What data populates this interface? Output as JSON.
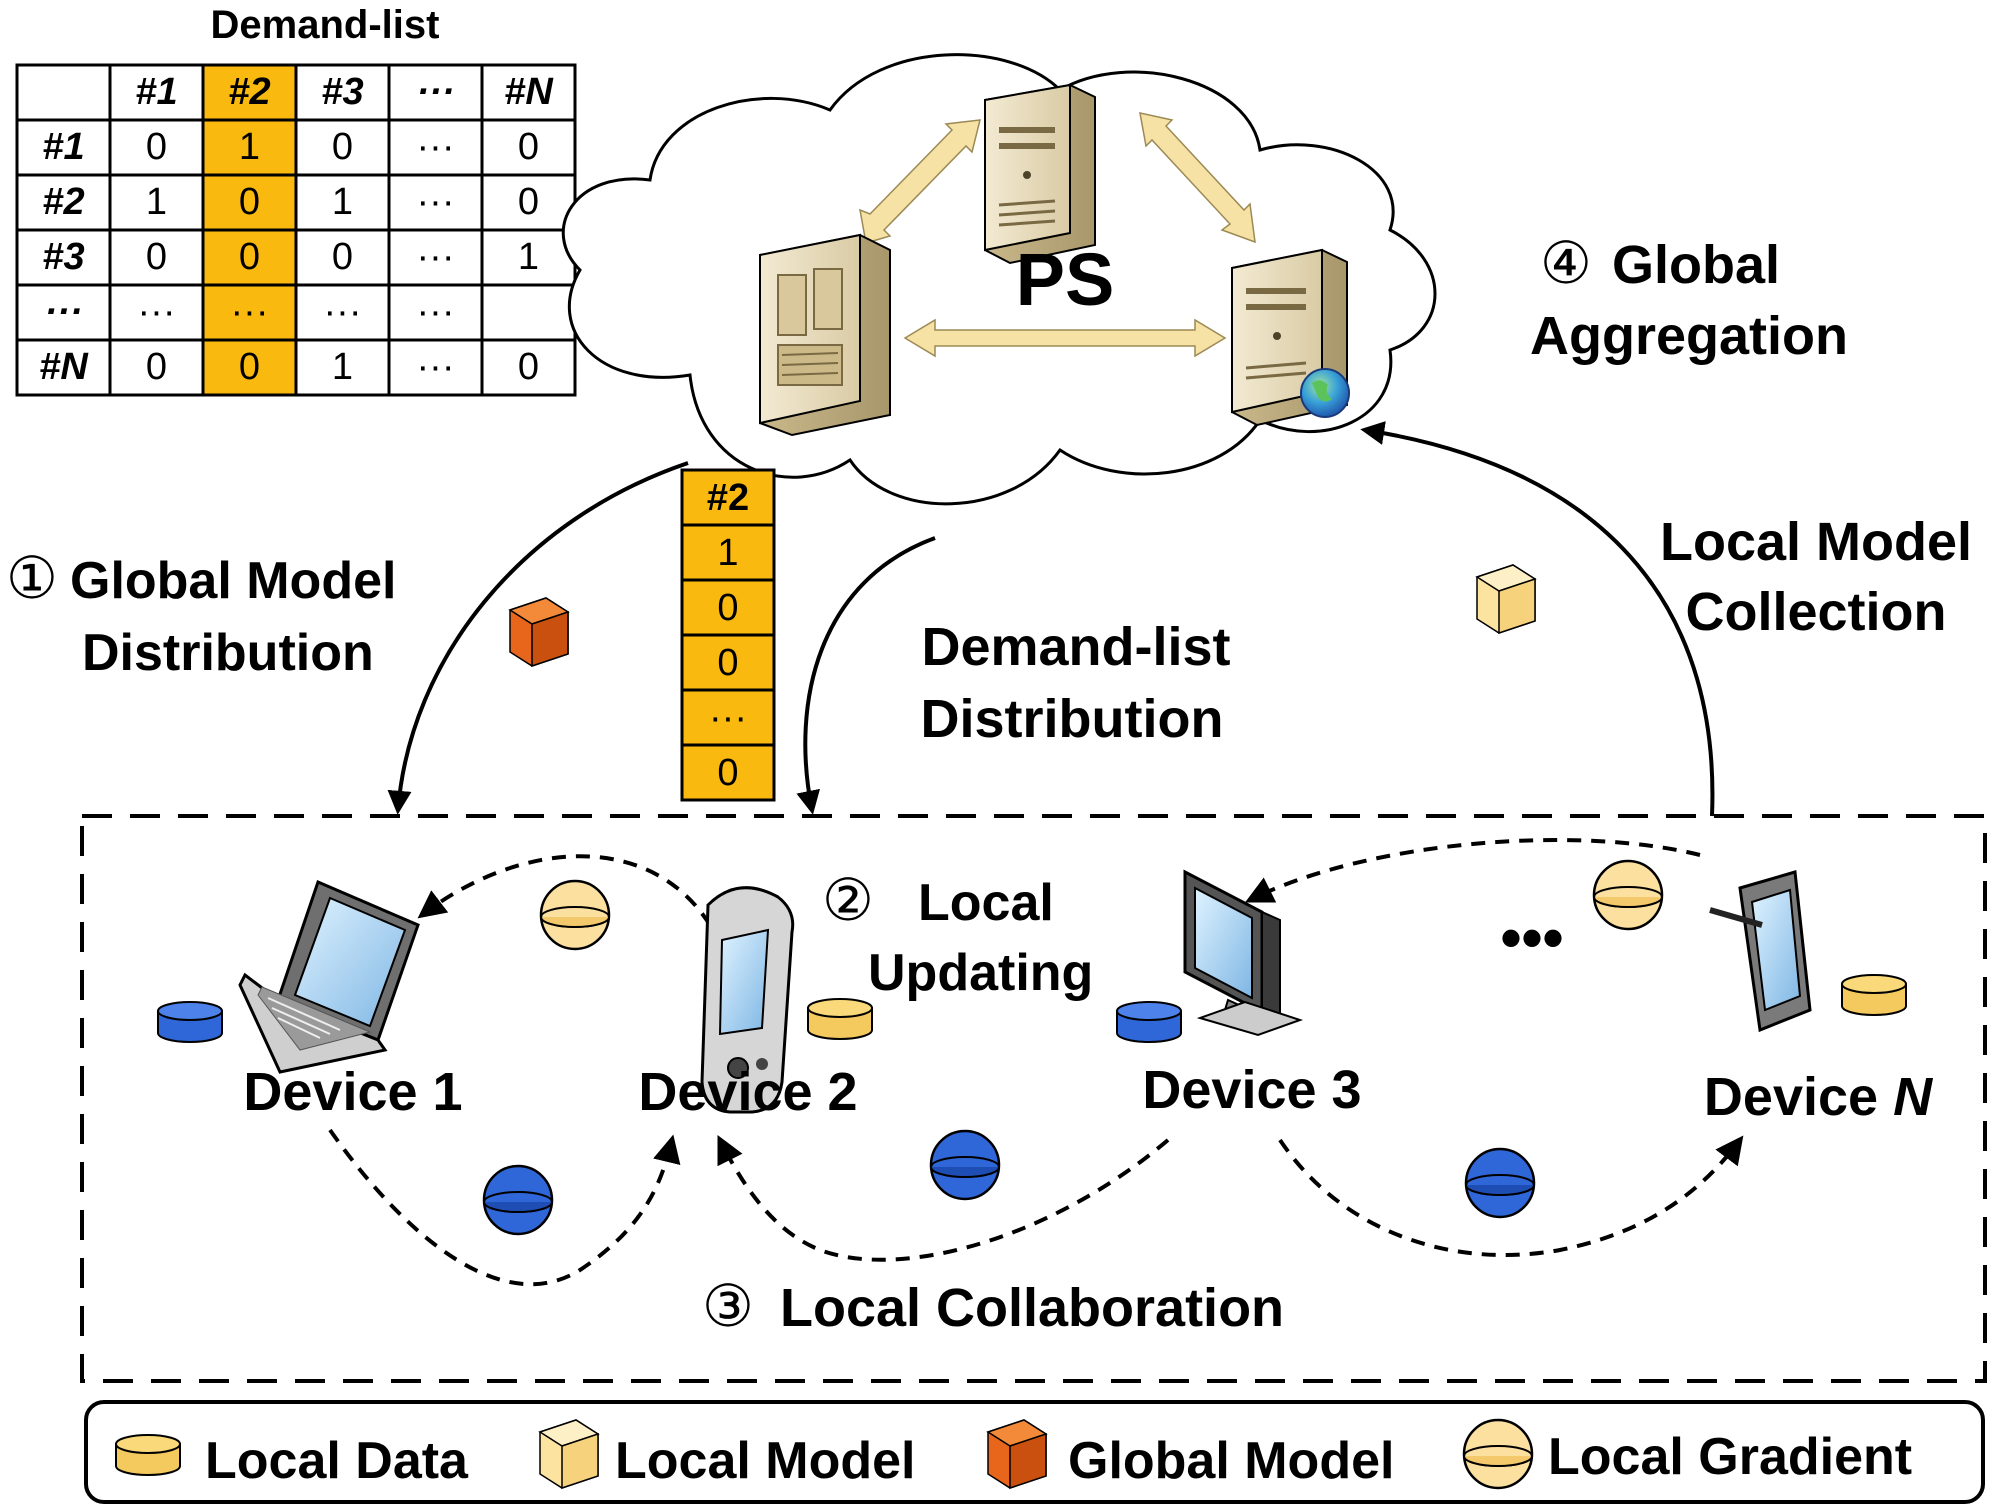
{
  "colors": {
    "highlight": "#F9B90F",
    "local_data": "#F4C95D",
    "local_model": "#FCE3A0",
    "global_model": "#E8661B",
    "local_gradient": "#FCE0A0",
    "blue": "#2F66D8",
    "arrow_light": "#F7E2A6"
  },
  "demand_list": {
    "title": "Demand-list",
    "columns": [
      "",
      "#1",
      "#2",
      "#3",
      "···",
      "#N"
    ],
    "rows": [
      [
        "#1",
        "0",
        "1",
        "0",
        "···",
        "0"
      ],
      [
        "#2",
        "1",
        "0",
        "1",
        "···",
        "0"
      ],
      [
        "#3",
        "0",
        "0",
        "0",
        "···",
        "1"
      ],
      [
        "···",
        "···",
        "···",
        "···",
        "···",
        ""
      ],
      [
        "#N",
        "0",
        "0",
        "1",
        "···",
        "0"
      ]
    ]
  },
  "column_vector": [
    "#2",
    "1",
    "0",
    "0",
    "···",
    "0"
  ],
  "cloud": {
    "label": "PS"
  },
  "steps": {
    "s1_num": "①",
    "s1_line1": "Global Model",
    "s1_line2": "Distribution",
    "s2_num": "②",
    "s2_line1": "Local",
    "s2_line2": "Updating",
    "s3_num": "③",
    "s3_text": "Local Collaboration",
    "s4_num": "④",
    "s4_line1": "Global",
    "s4_line2": "Aggregation",
    "dl_line1": "Demand-list",
    "dl_line2": "Distribution",
    "lmc_line1": "Local Model",
    "lmc_line2": "Collection"
  },
  "devices": {
    "d1": "Device 1",
    "d2": "Device 2",
    "d3": "Device 3",
    "dn_prefix": "Device ",
    "dn_suffix": "N",
    "ellipsis": "•••"
  },
  "legend": {
    "local_data": "Local Data",
    "local_model": "Local Model",
    "global_model": "Global Model",
    "local_gradient": "Local Gradient"
  }
}
